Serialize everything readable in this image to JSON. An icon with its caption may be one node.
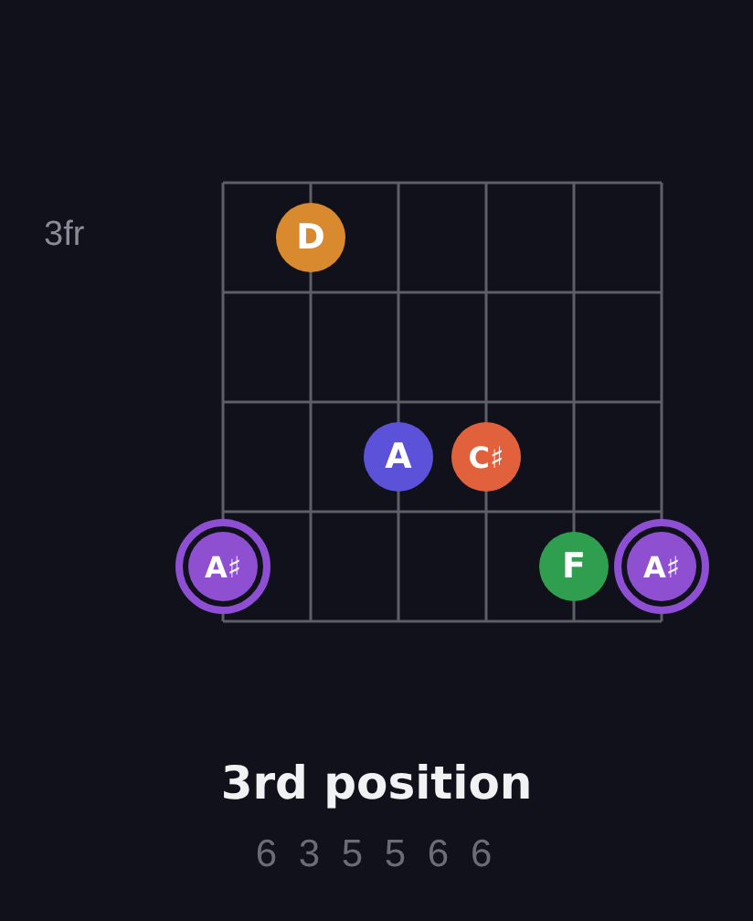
{
  "diagram": {
    "title": "3rd position",
    "nodes": [
      {
        "text": [
          "D"
        ]
      },
      {
        "text": [
          "A"
        ]
      },
      {
        "text": [
          "C♯"
        ]
      },
      {
        "text": [],
        "shape": "circle"
      },
      {
        "text": [
          "A♯"
        ],
        "in": 3
      },
      {
        "text": [
          "F"
        ]
      },
      {
        "text": [],
        "shape": "circle"
      },
      {
        "text": [
          "A♯"
        ],
        "in": 6
      }
    ],
    "labels": [
      "3fr",
      "6 3 5 5 6 6"
    ]
  }
}
